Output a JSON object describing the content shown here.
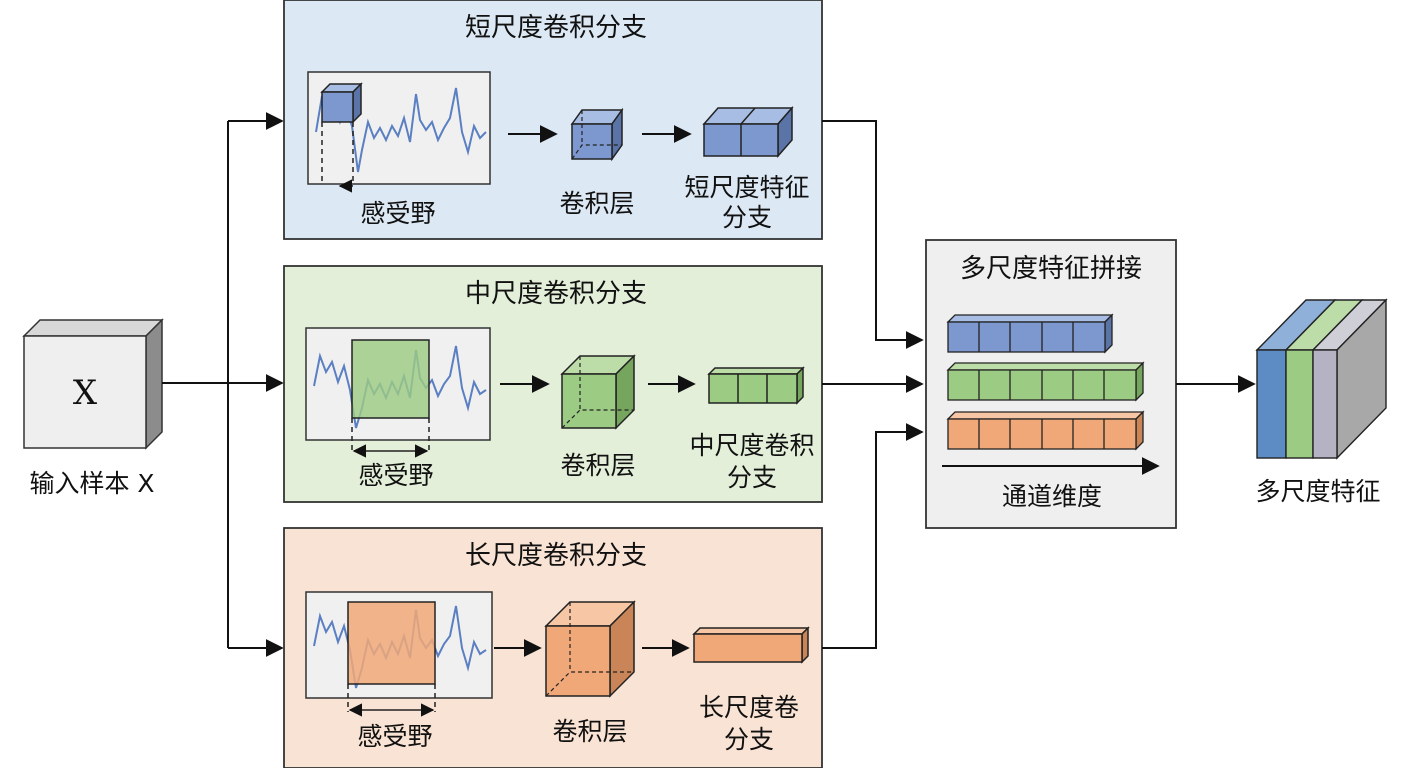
{
  "input": {
    "box_letter": "X",
    "label": "输入样本 X"
  },
  "branches": [
    {
      "id": "short",
      "title": "短尺度卷积分支",
      "receptive_field_label": "感受野",
      "conv_label": "卷积层",
      "feature_label_line1": "短尺度特征",
      "feature_label_line2": "分支",
      "panel_fill": "#dce8f4",
      "accent": "#7d98cf",
      "accent_side": "#5b74a8",
      "accent_top": "#a8bde3"
    },
    {
      "id": "medium",
      "title": "中尺度卷积分支",
      "receptive_field_label": "感受野",
      "conv_label": "卷积层",
      "feature_label_line1": "中尺度卷积",
      "feature_label_line2": "分支",
      "panel_fill": "#e3efd9",
      "accent": "#9ccb84",
      "accent_side": "#76a65d",
      "accent_top": "#bcdca8"
    },
    {
      "id": "long",
      "title": "长尺度卷积分支",
      "receptive_field_label": "感受野",
      "conv_label": "卷积层",
      "feature_label_line1": "长尺度卷",
      "feature_label_line2": "分支",
      "panel_fill": "#f9e3d4",
      "accent": "#f0a878",
      "accent_side": "#c98457",
      "accent_top": "#f7c6a4"
    }
  ],
  "concat": {
    "title": "多尺度特征拼接",
    "axis_label": "通道维度",
    "panel_fill": "#efefef"
  },
  "output": {
    "label": "多尺度特征",
    "colors": [
      "#5d8cc4",
      "#9ccb84",
      "#b5b3c3",
      "#a8a8a8"
    ]
  }
}
